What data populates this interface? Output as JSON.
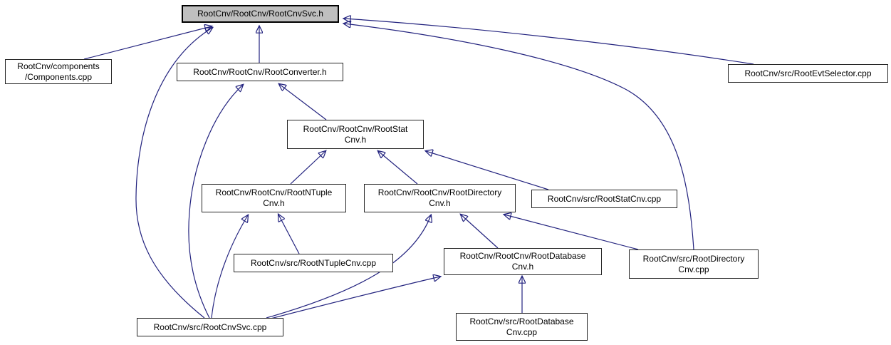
{
  "diagram": {
    "title": "include dependency graph for RootCnv/RootCnv/RootCnvSvc.h",
    "type": "doxygen-included-by-graph",
    "colors": {
      "edge": "#22227e",
      "node_border": "#252525",
      "node_fill": "#ffffff",
      "highlight_fill": "#bfbfbf"
    },
    "nodes": {
      "rootcnvsvc_h": {
        "label": "RootCnv/RootCnv/RootCnvSvc.h",
        "highlighted": true
      },
      "components_cpp": {
        "label": "RootCnv/components\n/Components.cpp",
        "highlighted": false
      },
      "rootconverter_h": {
        "label": "RootCnv/RootCnv/RootConverter.h",
        "highlighted": false
      },
      "rootevtselector_cpp": {
        "label": "RootCnv/src/RootEvtSelector.cpp",
        "highlighted": false
      },
      "rootstatcnv_h": {
        "label": "RootCnv/RootCnv/RootStat\nCnv.h",
        "highlighted": false
      },
      "rootntuplecnv_h": {
        "label": "RootCnv/RootCnv/RootNTuple\nCnv.h",
        "highlighted": false
      },
      "rootdirectorycnv_h": {
        "label": "RootCnv/RootCnv/RootDirectory\nCnv.h",
        "highlighted": false
      },
      "rootstatcnv_cpp": {
        "label": "RootCnv/src/RootStatCnv.cpp",
        "highlighted": false
      },
      "rootntuplecnv_cpp": {
        "label": "RootCnv/src/RootNTupleCnv.cpp",
        "highlighted": false
      },
      "rootdatabasecnv_h": {
        "label": "RootCnv/RootCnv/RootDatabase\nCnv.h",
        "highlighted": false
      },
      "rootdirectorycnv_cpp": {
        "label": "RootCnv/src/RootDirectory\nCnv.cpp",
        "highlighted": false
      },
      "rootcnvsvc_cpp": {
        "label": "RootCnv/src/RootCnvSvc.cpp",
        "highlighted": false
      },
      "rootdatabasecnv_cpp": {
        "label": "RootCnv/src/RootDatabase\nCnv.cpp",
        "highlighted": false
      }
    },
    "edges": [
      {
        "from": "components_cpp",
        "to": "rootcnvsvc_h"
      },
      {
        "from": "rootcnvsvc_cpp",
        "to": "rootcnvsvc_h"
      },
      {
        "from": "rootconverter_h",
        "to": "rootcnvsvc_h"
      },
      {
        "from": "rootevtselector_cpp",
        "to": "rootcnvsvc_h"
      },
      {
        "from": "rootdirectorycnv_cpp",
        "to": "rootcnvsvc_h"
      },
      {
        "from": "rootcnvsvc_cpp",
        "to": "rootconverter_h"
      },
      {
        "from": "rootstatcnv_h",
        "to": "rootconverter_h"
      },
      {
        "from": "rootntuplecnv_h",
        "to": "rootstatcnv_h"
      },
      {
        "from": "rootdirectorycnv_h",
        "to": "rootstatcnv_h"
      },
      {
        "from": "rootstatcnv_cpp",
        "to": "rootstatcnv_h"
      },
      {
        "from": "rootcnvsvc_cpp",
        "to": "rootntuplecnv_h"
      },
      {
        "from": "rootntuplecnv_cpp",
        "to": "rootntuplecnv_h"
      },
      {
        "from": "rootdatabasecnv_h",
        "to": "rootdirectorycnv_h"
      },
      {
        "from": "rootcnvsvc_cpp",
        "to": "rootdirectorycnv_h"
      },
      {
        "from": "rootdirectorycnv_cpp",
        "to": "rootdirectorycnv_h"
      },
      {
        "from": "rootcnvsvc_cpp",
        "to": "rootdatabasecnv_h"
      },
      {
        "from": "rootdatabasecnv_cpp",
        "to": "rootdatabasecnv_h"
      }
    ]
  }
}
